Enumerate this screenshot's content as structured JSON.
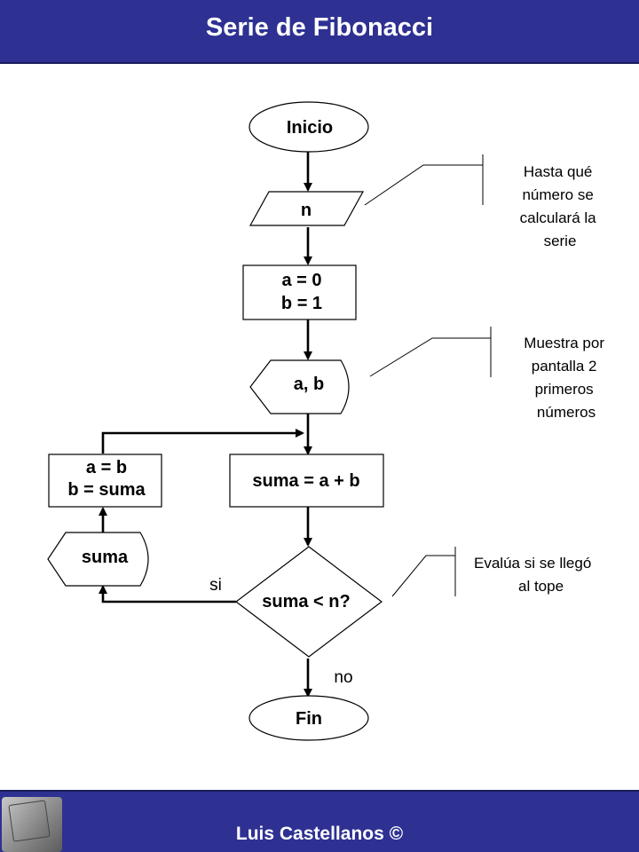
{
  "header": {
    "title": "Serie de Fibonacci"
  },
  "footer": {
    "credit": "Luis Castellanos ©"
  },
  "nodes": {
    "start": "Inicio",
    "input": "n",
    "init_a": "a = 0",
    "init_b": "b = 1",
    "display_ab": "a, b",
    "sum": "suma = a + b",
    "decision": "suma < n?",
    "display_sum": "suma",
    "update_a": "a = b",
    "update_b": "b = suma",
    "end": "Fin"
  },
  "edge_labels": {
    "yes": "si",
    "no": "no"
  },
  "annotations": {
    "input_note": [
      "Hasta qué",
      "número se",
      "calculará la",
      "serie"
    ],
    "display_note": [
      "Muestra por",
      "pantalla 2",
      "primeros",
      "números"
    ],
    "decision_note": [
      "Evalúa si se llegó",
      "al tope"
    ]
  },
  "colors": {
    "banner": "#2e3192",
    "banner_text": "#ffffff"
  },
  "icons": {
    "logo": "keyboard-key-logo"
  }
}
